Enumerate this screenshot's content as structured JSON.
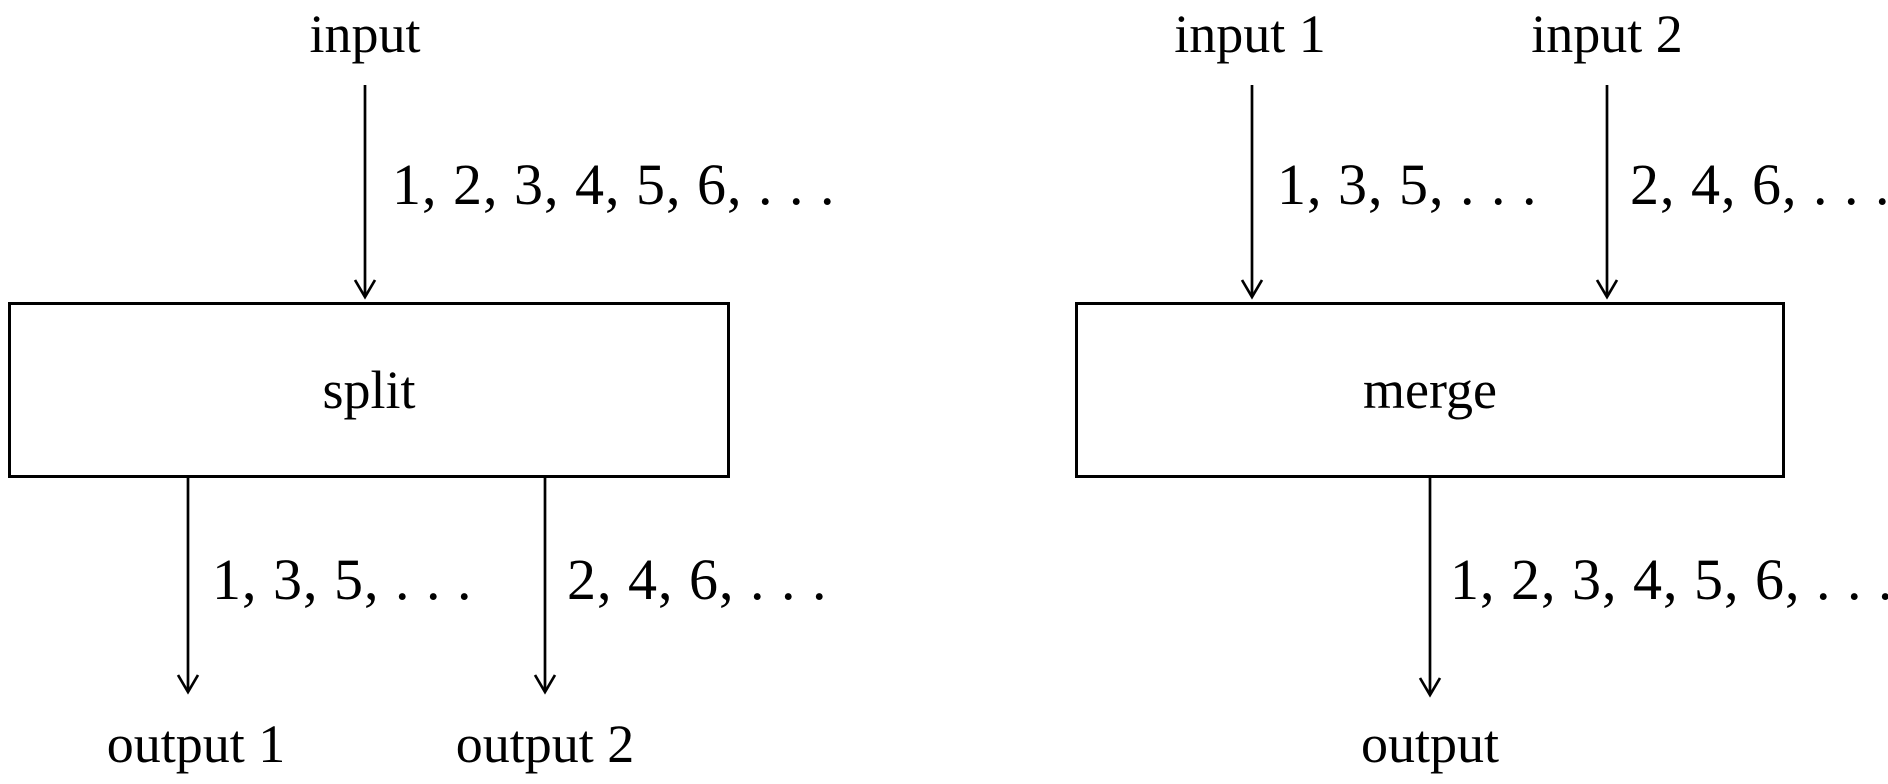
{
  "colors": {
    "background": "#ffffff",
    "line": "#000000",
    "text": "#000000"
  },
  "icons": {
    "flow_arrow": "down-arrow"
  },
  "split_diagram": {
    "input_label": "input",
    "input_stream": "1, 2, 3, 4, 5, 6, . . .",
    "box_label": "split",
    "output1_stream": "1, 3, 5, . . .",
    "output2_stream": "2, 4, 6, . . .",
    "output1_label": "output 1",
    "output2_label": "output 2"
  },
  "merge_diagram": {
    "input1_label": "input 1",
    "input2_label": "input 2",
    "input1_stream": "1, 3, 5, . . .",
    "input2_stream": "2, 4, 6, . . .",
    "box_label": "merge",
    "output_stream": "1, 2, 3, 4, 5, 6, . . .",
    "output_label": "output"
  }
}
